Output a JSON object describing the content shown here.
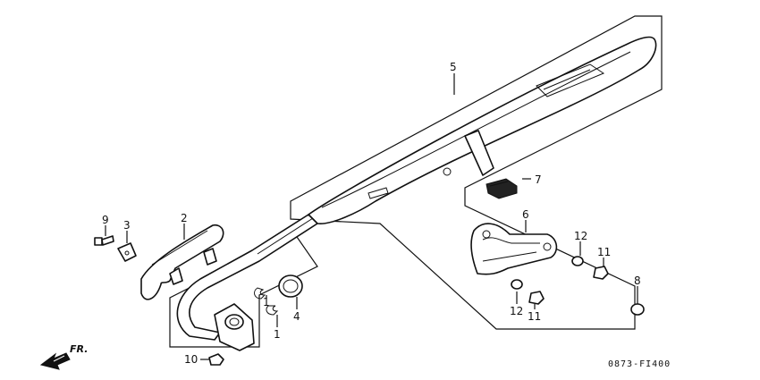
{
  "diagram": {
    "part_labels": {
      "p1a": "1",
      "p1b": "1",
      "p2": "2",
      "p3": "3",
      "p4": "4",
      "p5": "5",
      "p6": "6",
      "p7": "7",
      "p8": "8",
      "p9": "9",
      "p10": "10",
      "p11a": "11",
      "p11b": "11",
      "p12a": "12",
      "p12b": "12"
    },
    "direction_label": "FR.",
    "figure_code": "0873-FI400"
  }
}
